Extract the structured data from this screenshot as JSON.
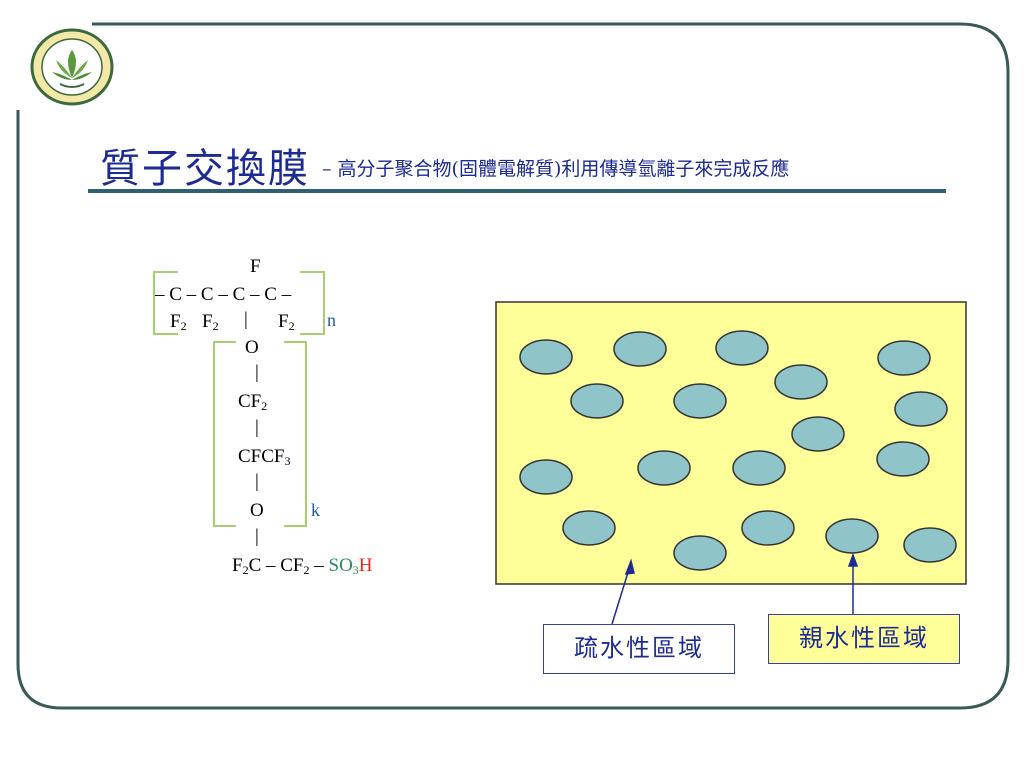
{
  "title": {
    "main": "質子交換膜",
    "sub": "– 高分子聚合物(固體電解質)利用傳導氫離子來完成反應"
  },
  "structure": {
    "top_f": "F",
    "backbone": "– C – C – C – C –",
    "f2_a": "F",
    "f2_b": "F",
    "bar_mid": "|",
    "f2_c": "F",
    "sub2": "2",
    "sub3": "3",
    "n_label": "n",
    "o1": "O",
    "bar": "|",
    "cf": "CF",
    "cfcf": "CFCF",
    "o2": "O",
    "k_label": "k",
    "f2c_f": "F",
    "f2c_c": "C – CF",
    "dash": " – ",
    "so": "SO",
    "h": "H"
  },
  "callouts": {
    "hydrophobic": "疏水性區域",
    "hydrophilic": "親水性區域"
  },
  "colors": {
    "title": "#1c2a93",
    "membrane": "#ffff99",
    "ion_cluster": "#8fc5c8",
    "rule": "#2f6070",
    "frame": "#3a5a58",
    "bracket": "#a6d070",
    "so3": "#2a8a5a",
    "h": "#e8251f"
  }
}
